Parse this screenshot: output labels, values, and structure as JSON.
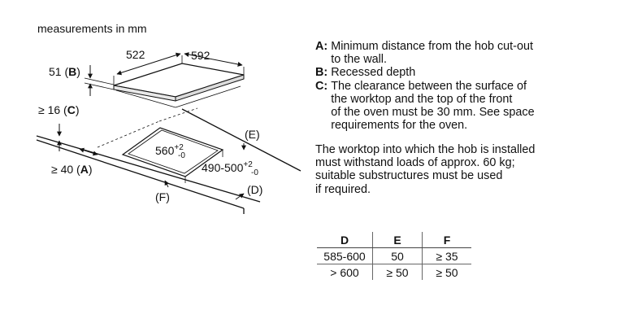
{
  "diagram": {
    "units_label": "measurements in mm",
    "dim_depth": "522",
    "dim_width": "592",
    "label_b_value": "51",
    "label_b_key": "B",
    "label_c_value": "≥ 16",
    "label_c_key": "C",
    "label_a_value": "≥ 40",
    "label_a_key": "A",
    "cutout_width": "560",
    "cutout_width_tol_plus": "+2",
    "cutout_width_tol_minus": "-0",
    "cutout_depth": "490-500",
    "cutout_depth_tol_plus": "+2",
    "cutout_depth_tol_minus": "-0",
    "label_e_key": "E",
    "label_d_key": "D",
    "label_f_key": "F",
    "paren_open": "(",
    "paren_close": ")"
  },
  "notes": [
    {
      "key": "A",
      "text": "Minimum distance from the hob cut-out\nto the wall."
    },
    {
      "key": "B",
      "text": "Recessed depth"
    },
    {
      "key": "C",
      "text": "The clearance between the surface of\nthe worktop and the top of the front\nof the oven must be 30 mm. See space\nrequirements for the oven."
    }
  ],
  "worktop_note": "The worktop into which the hob is installed\nmust withstand loads of approx. 60 kg;\nsuitable substructures must be used\nif required.",
  "table": {
    "headers": [
      "D",
      "E",
      "F"
    ],
    "rows": [
      [
        "585-600",
        "50",
        "≥ 35"
      ],
      [
        "> 600",
        "≥ 50",
        "≥ 50"
      ]
    ]
  }
}
